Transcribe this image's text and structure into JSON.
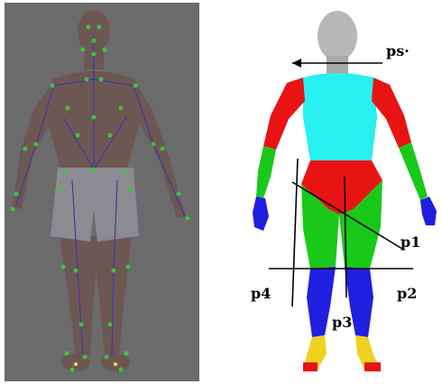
{
  "labels": {
    "ps": "ps·",
    "p1": "p1",
    "p2": "p2",
    "p3": "p3",
    "p4": "p4"
  },
  "colors": {
    "panel_bg": "#6b6b6b",
    "skeleton_marker": "#3cc43c",
    "skeleton_bone": "#3a3aa8",
    "segment_torso": "#28f0f0",
    "segment_arm_upper": "#e81414",
    "segment_arm_lower": "#19c919",
    "segment_hand": "#1f1fe0",
    "segment_pelvis": "#e81414",
    "segment_thigh": "#19c919",
    "segment_shin": "#1f1fe0",
    "segment_foot": "#f0d020",
    "head": "#b8b8b8"
  }
}
